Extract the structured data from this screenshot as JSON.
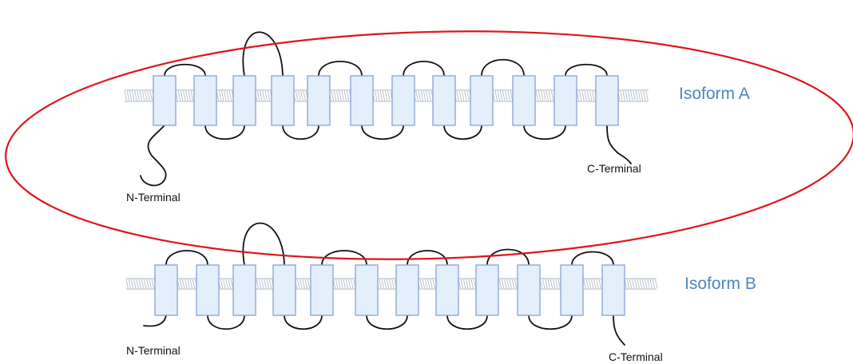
{
  "isoforms": [
    {
      "id": "A",
      "label": "Isoform A",
      "n_terminal_label": "N-Terminal",
      "c_terminal_label": "C-Terminal",
      "transmembrane_segments": 12,
      "highlighted": true
    },
    {
      "id": "B",
      "label": "Isoform B",
      "n_terminal_label": "N-Terminal",
      "c_terminal_label": "C-Terminal",
      "transmembrane_segments": 12,
      "highlighted": false
    }
  ],
  "colors": {
    "segment_fill": "#e3effb",
    "segment_stroke": "#8fa9d6",
    "isoform_label": "#4a86c4",
    "highlight_ellipse": "#e0141c",
    "loop_line": "#111111"
  }
}
